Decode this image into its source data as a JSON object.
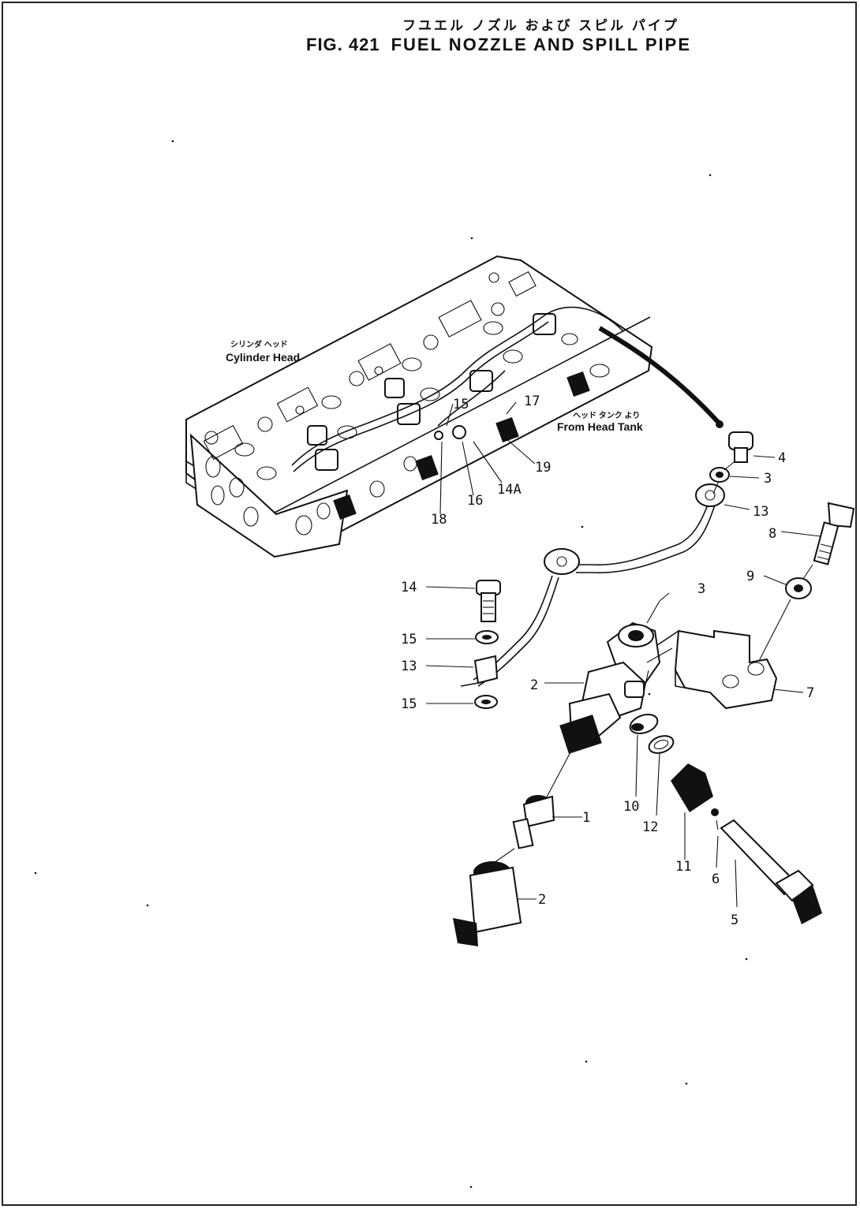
{
  "header": {
    "japanese_title": "フユエル ノズル および スピル パイプ",
    "figure_number": "FIG. 421",
    "title": "FUEL NOZZLE AND SPILL PIPE"
  },
  "labels": {
    "cylinder_head_jp": "シリンダ ヘッド",
    "cylinder_head": "Cylinder Head",
    "from_head_tank_jp": "ヘッド タンク より",
    "from_head_tank": "From Head Tank"
  },
  "callouts": [
    {
      "id": "c1",
      "text": "1"
    },
    {
      "id": "c2a",
      "text": "2"
    },
    {
      "id": "c2b",
      "text": "2"
    },
    {
      "id": "c3a",
      "text": "3"
    },
    {
      "id": "c3b",
      "text": "3"
    },
    {
      "id": "c4",
      "text": "4"
    },
    {
      "id": "c5",
      "text": "5"
    },
    {
      "id": "c6",
      "text": "6"
    },
    {
      "id": "c7",
      "text": "7"
    },
    {
      "id": "c8",
      "text": "8"
    },
    {
      "id": "c9",
      "text": "9"
    },
    {
      "id": "c10",
      "text": "10"
    },
    {
      "id": "c11",
      "text": "11"
    },
    {
      "id": "c12",
      "text": "12"
    },
    {
      "id": "c13a",
      "text": "13"
    },
    {
      "id": "c13b",
      "text": "13"
    },
    {
      "id": "c14",
      "text": "14"
    },
    {
      "id": "c14a",
      "text": "14A"
    },
    {
      "id": "c15a",
      "text": "15"
    },
    {
      "id": "c15b",
      "text": "15"
    },
    {
      "id": "c15c",
      "text": "15"
    },
    {
      "id": "c16",
      "text": "16"
    },
    {
      "id": "c17",
      "text": "17"
    },
    {
      "id": "c18",
      "text": "18"
    },
    {
      "id": "c19",
      "text": "19"
    }
  ]
}
